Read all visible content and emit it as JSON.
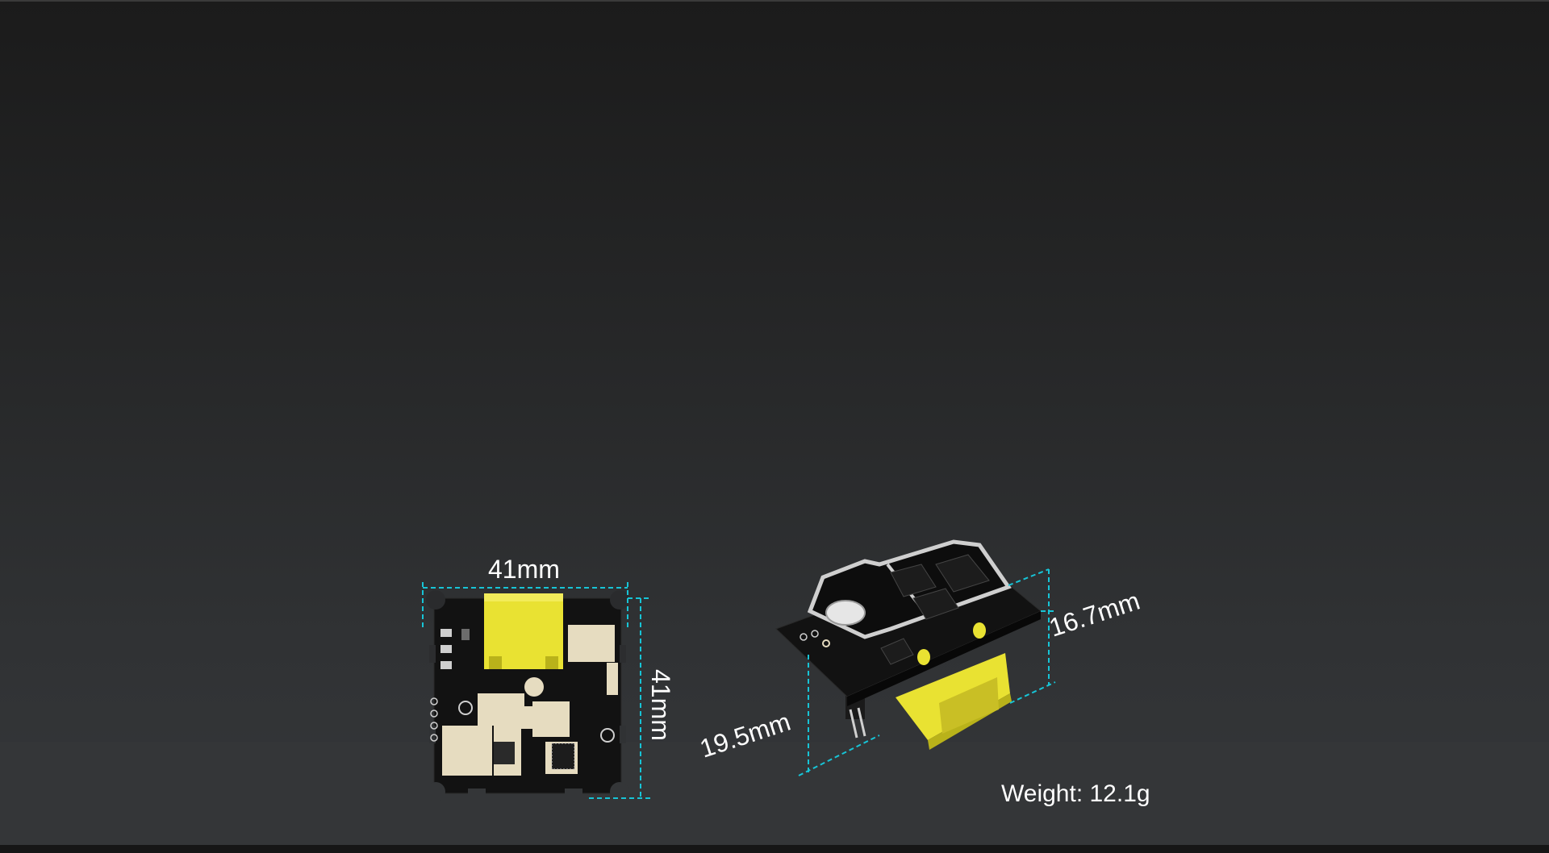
{
  "dimensions": {
    "front_width": "41mm",
    "front_height": "41mm",
    "side_height": "16.7mm",
    "side_depth": "19.5mm"
  },
  "weight_label": "Weight: 12.1g",
  "colors": {
    "dimension_line": "#17c4d6",
    "connector_yellow": "#e9e232",
    "pcb_black": "#121212",
    "pad_gold": "#e6dcc0"
  }
}
